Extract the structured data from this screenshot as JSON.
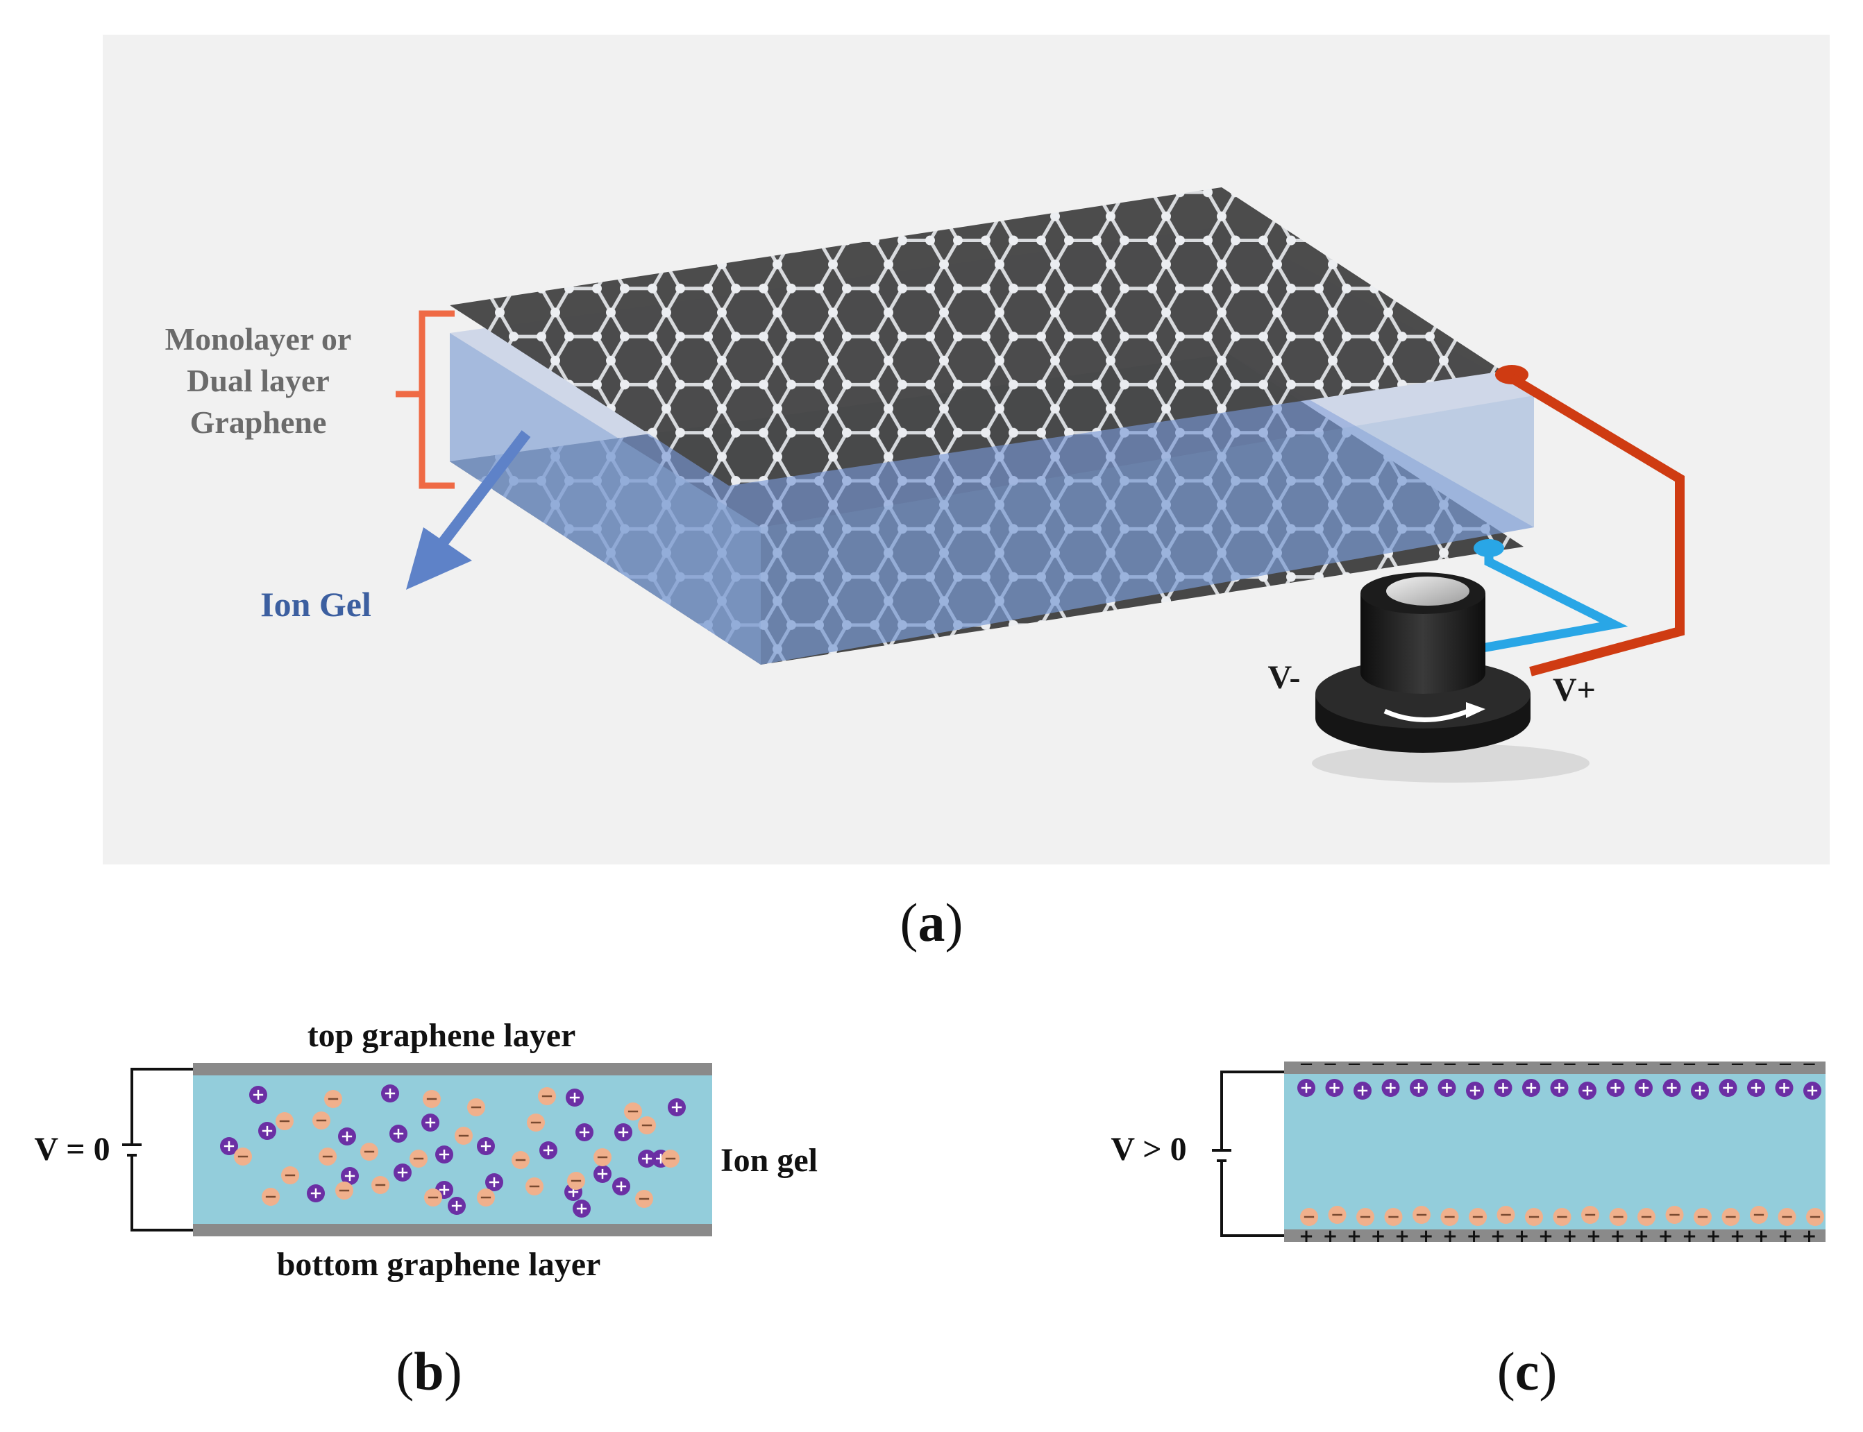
{
  "panel_a": {
    "label_letter": "a",
    "graphene_label": [
      "Monolayer or",
      "Dual layer",
      "Graphene"
    ],
    "ion_gel_label": "Ion Gel",
    "v_minus": "V-",
    "v_plus": "V+",
    "colors": {
      "background": "#f1f1f1",
      "sheet": "#4a4a4a",
      "atom": "#e4e6ea",
      "gel": "#7f9fd2",
      "bracket": "#ef6a45",
      "arrow": "#5e82c8",
      "ion_gel_text": "#3c5fa0",
      "wire_red": "#cf3b12",
      "wire_blue": "#29a6e6",
      "knob": "#1e1e1e"
    }
  },
  "panel_b": {
    "label_letter": "b",
    "top_label": "top graphene layer",
    "bottom_label": "bottom graphene layer",
    "voltage_label": "V = 0",
    "ion_gel_label": "Ion gel"
  },
  "panel_c": {
    "label_letter": "c",
    "voltage_label": "V > 0",
    "top_charge_symbol": "−",
    "bottom_charge_symbol": "+"
  },
  "ion_colors": {
    "cation": "#6b2fa4",
    "anion": "#f0b08c",
    "gel": "#93cddb",
    "layer": "#8a8a8a"
  }
}
